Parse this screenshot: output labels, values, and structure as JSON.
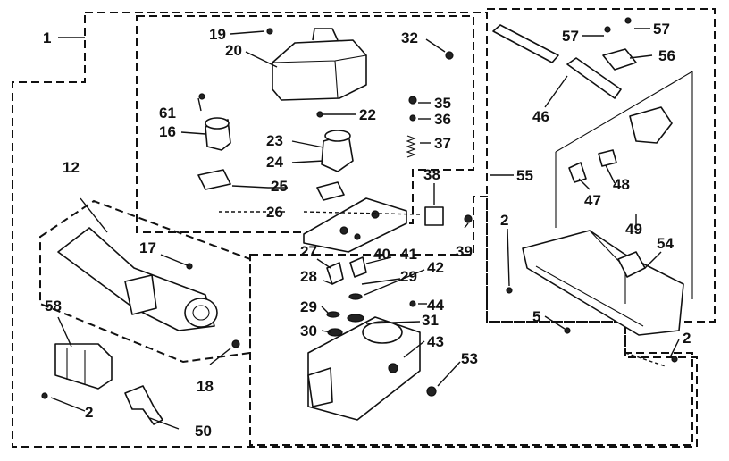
{
  "diagram": {
    "callouts": {
      "c1": "1",
      "c2a": "2",
      "c2b": "2",
      "c2c": "2",
      "c5": "5",
      "c12": "12",
      "c16": "16",
      "c17": "17",
      "c18": "18",
      "c19": "19",
      "c20": "20",
      "c22": "22",
      "c23": "23",
      "c24": "24",
      "c25": "25",
      "c26": "26",
      "c27": "27",
      "c28": "28",
      "c29a": "29",
      "c29b": "29",
      "c30": "30",
      "c31": "31",
      "c32": "32",
      "c35": "35",
      "c36": "36",
      "c37": "37",
      "c38": "38",
      "c39": "39",
      "c40": "40",
      "c41": "41",
      "c42": "42",
      "c43": "43",
      "c44": "44",
      "c46": "46",
      "c47": "47",
      "c48": "48",
      "c49": "49",
      "c50": "50",
      "c53": "53",
      "c54": "54",
      "c55": "55",
      "c56": "56",
      "c57a": "57",
      "c57b": "57",
      "c58": "58",
      "c61": "61"
    }
  }
}
